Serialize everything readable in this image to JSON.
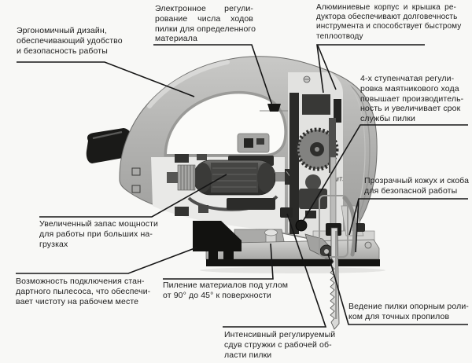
{
  "figure": {
    "background": "#f8f8f6",
    "leader_color": "#161616",
    "text_color": "#1b1b1b",
    "body_gray": "#b4b4b2",
    "casing_gray": "#d8d8d5",
    "dark_parts": "#1d1d1b",
    "casing_mark": "NIT."
  },
  "labels": {
    "ergonomic": {
      "lines": [
        "Эргономичный дизайн,",
        "обеспечивающий удобство",
        "и безопасность работы"
      ]
    },
    "electronic": {
      "lines": [
        "Электронное регули-",
        "рование числа ходов",
        "пилки для определенного",
        "материала"
      ]
    },
    "aluminum": {
      "lines": [
        "Алюминиевые корпус и крышка ре-",
        "дуктора обеспечивают долговечность",
        "инструмента и способствует быстрому",
        "теплоотводу"
      ]
    },
    "pendulum": {
      "lines": [
        "4-х ступенчатая регули-",
        "ровка маятникового хода",
        "повышает производитель-",
        "ность и увеличивает срок",
        "службы пилки"
      ]
    },
    "guard": {
      "lines": [
        "Прозрачный кожух и скоба",
        "для безопасной работы"
      ]
    },
    "roller": {
      "lines": [
        "Ведение пилки опорным роли-",
        "ком для точных пропилов"
      ]
    },
    "blower": {
      "lines": [
        "Интенсивный регулируемый",
        "сдув стружки с рабочей об-",
        "ласти пилки"
      ]
    },
    "angle": {
      "lines": [
        "Пиление материалов под углом",
        "от 90° до 45° к поверхности"
      ]
    },
    "power": {
      "lines": [
        "Увеличенный запас мощности",
        "для работы при больших на-",
        "грузках"
      ]
    },
    "vacuum": {
      "lines": [
        "Возможность подключения стан-",
        "дартного пылесоса, что обеспечи-",
        "вает чистоту на рабочем месте"
      ]
    }
  }
}
